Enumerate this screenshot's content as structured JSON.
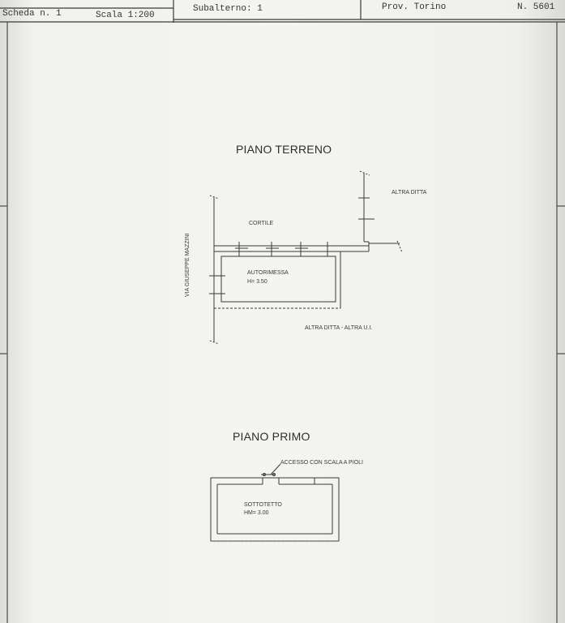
{
  "header": {
    "scheda": "Scheda n. 1",
    "scala": "Scala 1:200",
    "subalterno": "Subalterno: 1",
    "provincia": "Prov. Torino",
    "numero": "N.  5601"
  },
  "piano_terreno": {
    "title": "PIANO TERRENO",
    "cortile": "CORTILE",
    "altra_ditta_top": "ALTRA DITTA",
    "autorimessa": "AUTORIMESSA",
    "altezza": "H= 3.50",
    "via": "VIA GIUSEPPE MAZZINI",
    "altra_ditta_bottom": "ALTRA DITTA - ALTRA U.I."
  },
  "piano_primo": {
    "title": "PIANO PRIMO",
    "accesso": "ACCESSO CON SCALA A PIOLI",
    "sottotetto": "SOTTOTETTO",
    "altezza_media": "HM= 3.00"
  }
}
